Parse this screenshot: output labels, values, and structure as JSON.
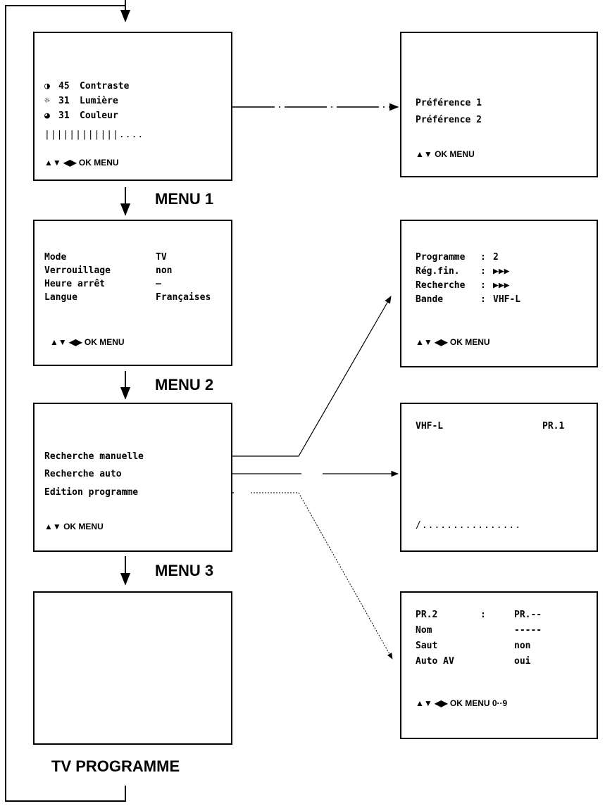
{
  "labels": {
    "menu1": "MENU 1",
    "menu2": "MENU 2",
    "menu3": "MENU 3",
    "tv_programme": "TV PROGRAMME"
  },
  "menu1_screen": {
    "rows": [
      {
        "icon": "◑",
        "icon_name": "contrast-icon",
        "value": "45",
        "label": "Contraste"
      },
      {
        "icon": "☼",
        "icon_name": "brightness-icon",
        "value": "31",
        "label": "Lumière"
      },
      {
        "icon": "◕",
        "icon_name": "color-icon",
        "value": "31",
        "label": "Couleur"
      }
    ],
    "level_bar": "||||||||||||....",
    "hint": "▲▼ ◀▶ OK MENU"
  },
  "preference_screen": {
    "items": [
      "Préférence 1",
      "Préférence 2"
    ],
    "hint": "▲▼ OK MENU"
  },
  "menu2_screen": {
    "rows": [
      {
        "label": "Mode",
        "value": "TV"
      },
      {
        "label": "Verrouillage",
        "value": "non"
      },
      {
        "label": "Heure arrêt",
        "value": "—"
      },
      {
        "label": "Langue",
        "value": "Françaises"
      }
    ],
    "hint": "▲▼ ◀▶ OK MENU"
  },
  "manual_tune_screen": {
    "rows": [
      {
        "label": "Programme",
        "sep": ":",
        "value": "2"
      },
      {
        "label": "Rég.fin.",
        "sep": ":",
        "value": "▶▶▶"
      },
      {
        "label": "Recherche",
        "sep": ":",
        "value": "▶▶▶"
      },
      {
        "label": "Bande",
        "sep": ":",
        "value": "VHF-L"
      }
    ],
    "hint": "▲▼ ◀▶ OK MENU"
  },
  "menu3_screen": {
    "items": [
      "Recherche manuelle",
      "Recherche auto",
      "Edition programme"
    ],
    "hint": "▲▼ OK MENU"
  },
  "auto_search_screen": {
    "band": "VHF-L",
    "program": "PR.1",
    "progress": "/................"
  },
  "edit_screen": {
    "rows": [
      {
        "label": "PR.2",
        "mid": ":",
        "value": "PR.--"
      },
      {
        "label": "Nom",
        "mid": "",
        "value": "-----"
      },
      {
        "label": "Saut",
        "mid": "",
        "value": "non"
      },
      {
        "label": "Auto AV",
        "mid": "",
        "value": "oui"
      }
    ],
    "hint": "▲▼ ◀▶ OK MENU 0··9"
  }
}
